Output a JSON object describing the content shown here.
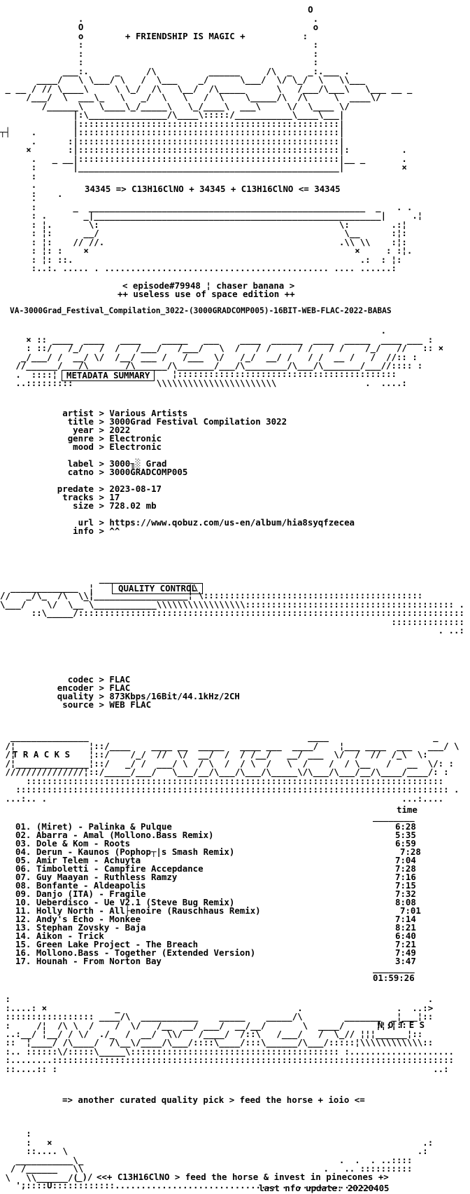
{
  "banner": {
    "tagline": "+ FRIENDSHIP IS MAGIC +",
    "formula_line": "34345 => C13H16ClNO + 34345 + C13H16ClNO <= 34345"
  },
  "episode": {
    "line1": "< episode#79948 ¦ chaser banana >",
    "line2": "++ useless use of space edition ++"
  },
  "release_name": "VA-3000Grad_Festival_Compilation_3022-(3000GRADCOMP005)-16BIT-WEB-FLAC-2022-BABAS",
  "metadata": {
    "section_label": "METADATA SUMMARY",
    "rows": [
      {
        "key": "artist",
        "value": "Various Artists"
      },
      {
        "key": "title",
        "value": "3000Grad Festival Compilation 3022"
      },
      {
        "key": "year",
        "value": "2022"
      },
      {
        "key": "genre",
        "value": "Electronic"
      },
      {
        "key": "mood",
        "value": "Electronic"
      },
      {
        "key": "label",
        "value": "3000╖░ Grad"
      },
      {
        "key": "catno",
        "value": "3000GRADCOMP005"
      },
      {
        "key": "predate",
        "value": "2023-08-17"
      },
      {
        "key": "tracks",
        "value": "17"
      },
      {
        "key": "size",
        "value": "728.02 mb"
      },
      {
        "key": "url",
        "value": "https://www.qobuz.com/us-en/album/hia8syqfzecea"
      },
      {
        "key": "info",
        "value": "^^"
      }
    ]
  },
  "quality": {
    "section_label": "QUALITY CONTROL",
    "rows": [
      {
        "key": "codec",
        "value": "FLAC"
      },
      {
        "key": "encoder",
        "value": "FLAC"
      },
      {
        "key": "quality",
        "value": "873Kbps/16Bit/44.1kHz/2CH"
      },
      {
        "key": "source",
        "value": "WEB FLAC"
      }
    ]
  },
  "tracks": {
    "section_label": "T R A C K S",
    "time_header": "time",
    "items": [
      {
        "num": "01.",
        "title": "(Miret) - Palinka & Pulque",
        "time": "6:28"
      },
      {
        "num": "02.",
        "title": "Abarra - Amal (Mollono.Bass Remix)",
        "time": "5:35"
      },
      {
        "num": "03.",
        "title": "Dole & Kom - Roots",
        "time": "6:59"
      },
      {
        "num": "04.",
        "title": "Derun - Kaunos (Pophop┬|s Smash Remix)",
        "time": "7:28"
      },
      {
        "num": "05.",
        "title": "Amir Telem - Achuyta",
        "time": "7:04"
      },
      {
        "num": "06.",
        "title": "Timboletti - Campfire Accepdance",
        "time": "7:28"
      },
      {
        "num": "07.",
        "title": "Guy Maayan - Ruthless Ramzy",
        "time": "7:16"
      },
      {
        "num": "08.",
        "title": "Bonfante - Aldeapolis",
        "time": "7:15"
      },
      {
        "num": "09.",
        "title": "Danjo (ITA) - Fragile",
        "time": "7:32"
      },
      {
        "num": "10.",
        "title": "Ueberdisco - Ue V2.1 (Steve Bug Remix)",
        "time": "8:08"
      },
      {
        "num": "11.",
        "title": "Holly North - All├enoire (Rauschhaus Remix)",
        "time": "7:01"
      },
      {
        "num": "12.",
        "title": "Andy's Echo - Monkee",
        "time": "7:14"
      },
      {
        "num": "13.",
        "title": "Stephan Zovsky - Baja",
        "time": "8:21"
      },
      {
        "num": "14.",
        "title": "Aikon - Trick",
        "time": "6:40"
      },
      {
        "num": "15.",
        "title": "Green Lake Project - The Breach",
        "time": "7:21"
      },
      {
        "num": "16.",
        "title": "Mollono.Bass - Together (Extended Version)",
        "time": "7:49"
      },
      {
        "num": "17.",
        "title": "Hounah - From Norton Bay",
        "time": "3:47"
      }
    ],
    "total_time": "01:59:26"
  },
  "notes": {
    "section_label": "N O T E S",
    "line": "=> another curated quality pick > feed the horse + ioio <=",
    "footer_line": "<<+ C13H16ClNO > feed the horse & invest in pinecones +>",
    "last_update": "last nfo update: 20220405"
  }
}
